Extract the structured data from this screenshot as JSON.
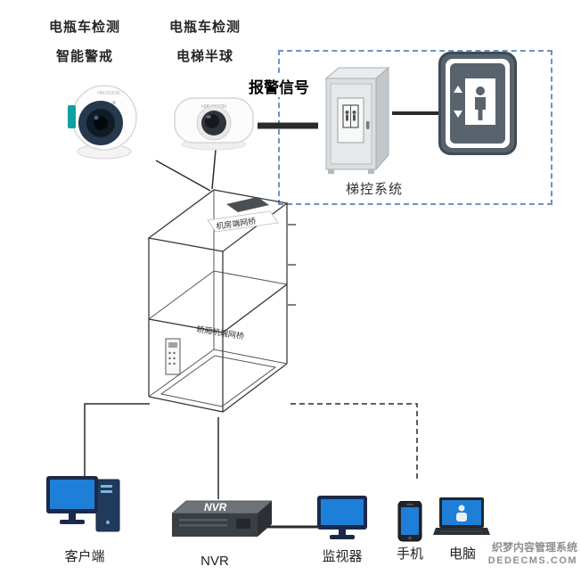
{
  "cameras": {
    "turret": {
      "label_line1": "电瓶车检测",
      "label_line2": "智能警戒",
      "brand": "HIKVISION"
    },
    "dome": {
      "label_line1": "电瓶车检测",
      "label_line2": "电梯半球",
      "brand": "HIKVISION"
    }
  },
  "alarm": {
    "label": "报警信号"
  },
  "elevator_control": {
    "label": "梯控系统"
  },
  "shaft": {
    "machine_room_bridge": "机房端网桥",
    "car_bridge": "轿厢机端网桥"
  },
  "devices": {
    "client": {
      "label": "客户端"
    },
    "nvr": {
      "label": "NVR",
      "panel_text": "NVR"
    },
    "monitor": {
      "label": "监视器"
    },
    "phone": {
      "label": "手机"
    },
    "laptop": {
      "label": "电脑"
    }
  },
  "watermark": {
    "line1": "织梦内容管理系统",
    "line2": "DEDECMS.COM"
  },
  "colors": {
    "screen_blue": "#1d7fd8",
    "dashed_border": "#6b93c9",
    "line_black": "#2b2b2b",
    "cabinet_gray": "#dcdfe1",
    "sign_gray": "#58636d",
    "camera_badge_teal": "#13a0a0"
  }
}
